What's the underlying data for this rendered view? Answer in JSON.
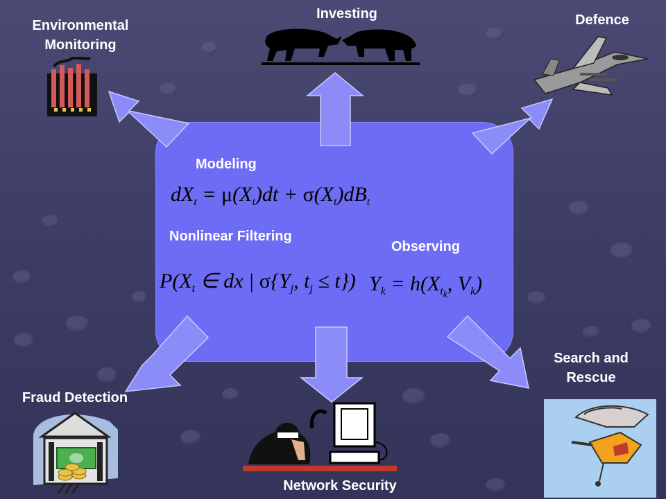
{
  "nodes": {
    "environmental": "Environmental Monitoring",
    "investing": "Investing",
    "defence": "Defence",
    "fraud": "Fraud Detection",
    "network": "Network Security",
    "search_rescue": "Search and Rescue"
  },
  "center": {
    "modeling": "Modeling",
    "filtering": "Nonlinear Filtering",
    "observing": "Observing"
  },
  "colors": {
    "panel": "#6d6cf4",
    "arrow": "#8c8cf8",
    "background": "#3e3e66",
    "label": "#ffffff"
  },
  "icons": [
    "factory-icon",
    "bull-bear-icon",
    "fighter-jet-icon",
    "bank-money-icon",
    "hacker-computer-icon",
    "rescue-helicopter-icon"
  ]
}
